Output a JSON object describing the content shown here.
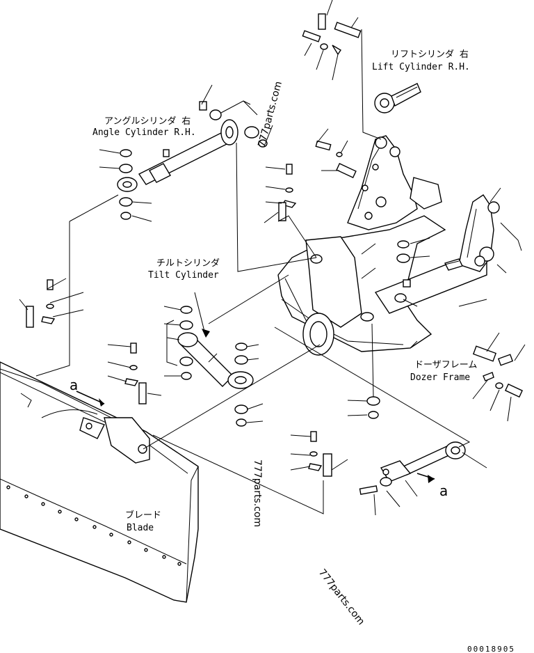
{
  "labels": {
    "lift_cylinder_jp": "リフトシリンダ 右",
    "lift_cylinder_en": "Lift Cylinder R.H.",
    "angle_cylinder_jp": "アングルシリンダ 右",
    "angle_cylinder_en": "Angle Cylinder R.H.",
    "tilt_cylinder_jp": "チルトシリンダ",
    "tilt_cylinder_en": "Tilt Cylinder",
    "dozer_frame_jp": "ドーザフレーム",
    "dozer_frame_en": "Dozer Frame",
    "blade_jp": "ブレード",
    "blade_en": "Blade"
  },
  "reference_marks": [
    "a",
    "a"
  ],
  "watermarks": [
    "777parts.com",
    "777parts.com",
    "777parts.com"
  ],
  "drawing_number": "00018905"
}
